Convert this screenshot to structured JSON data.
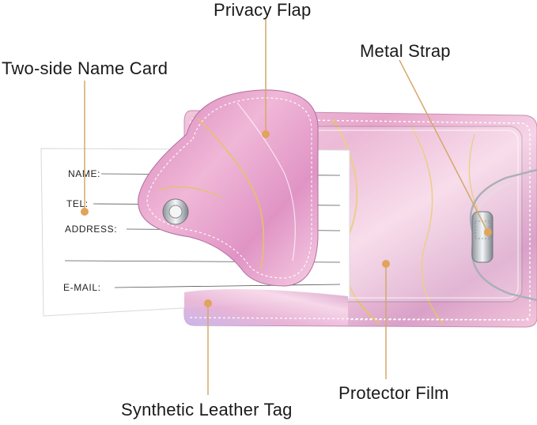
{
  "callouts": {
    "privacy_flap": "Privacy Flap",
    "name_card": "Two-side Name Card",
    "metal_strap": "Metal Strap",
    "protector_film": "Protector Film",
    "leather_tag": "Synthetic Leather Tag"
  },
  "name_card": {
    "fields": [
      "NAME:",
      "TEL:",
      "ADDRESS:",
      "E-MAIL:"
    ]
  },
  "colors": {
    "callout_line": "#d4a869",
    "callout_dot": "#e0a45a",
    "marble_pink": "#e9a9cc",
    "marble_lilac": "#cdb8e6",
    "gold_vein": "#e6c16a"
  }
}
